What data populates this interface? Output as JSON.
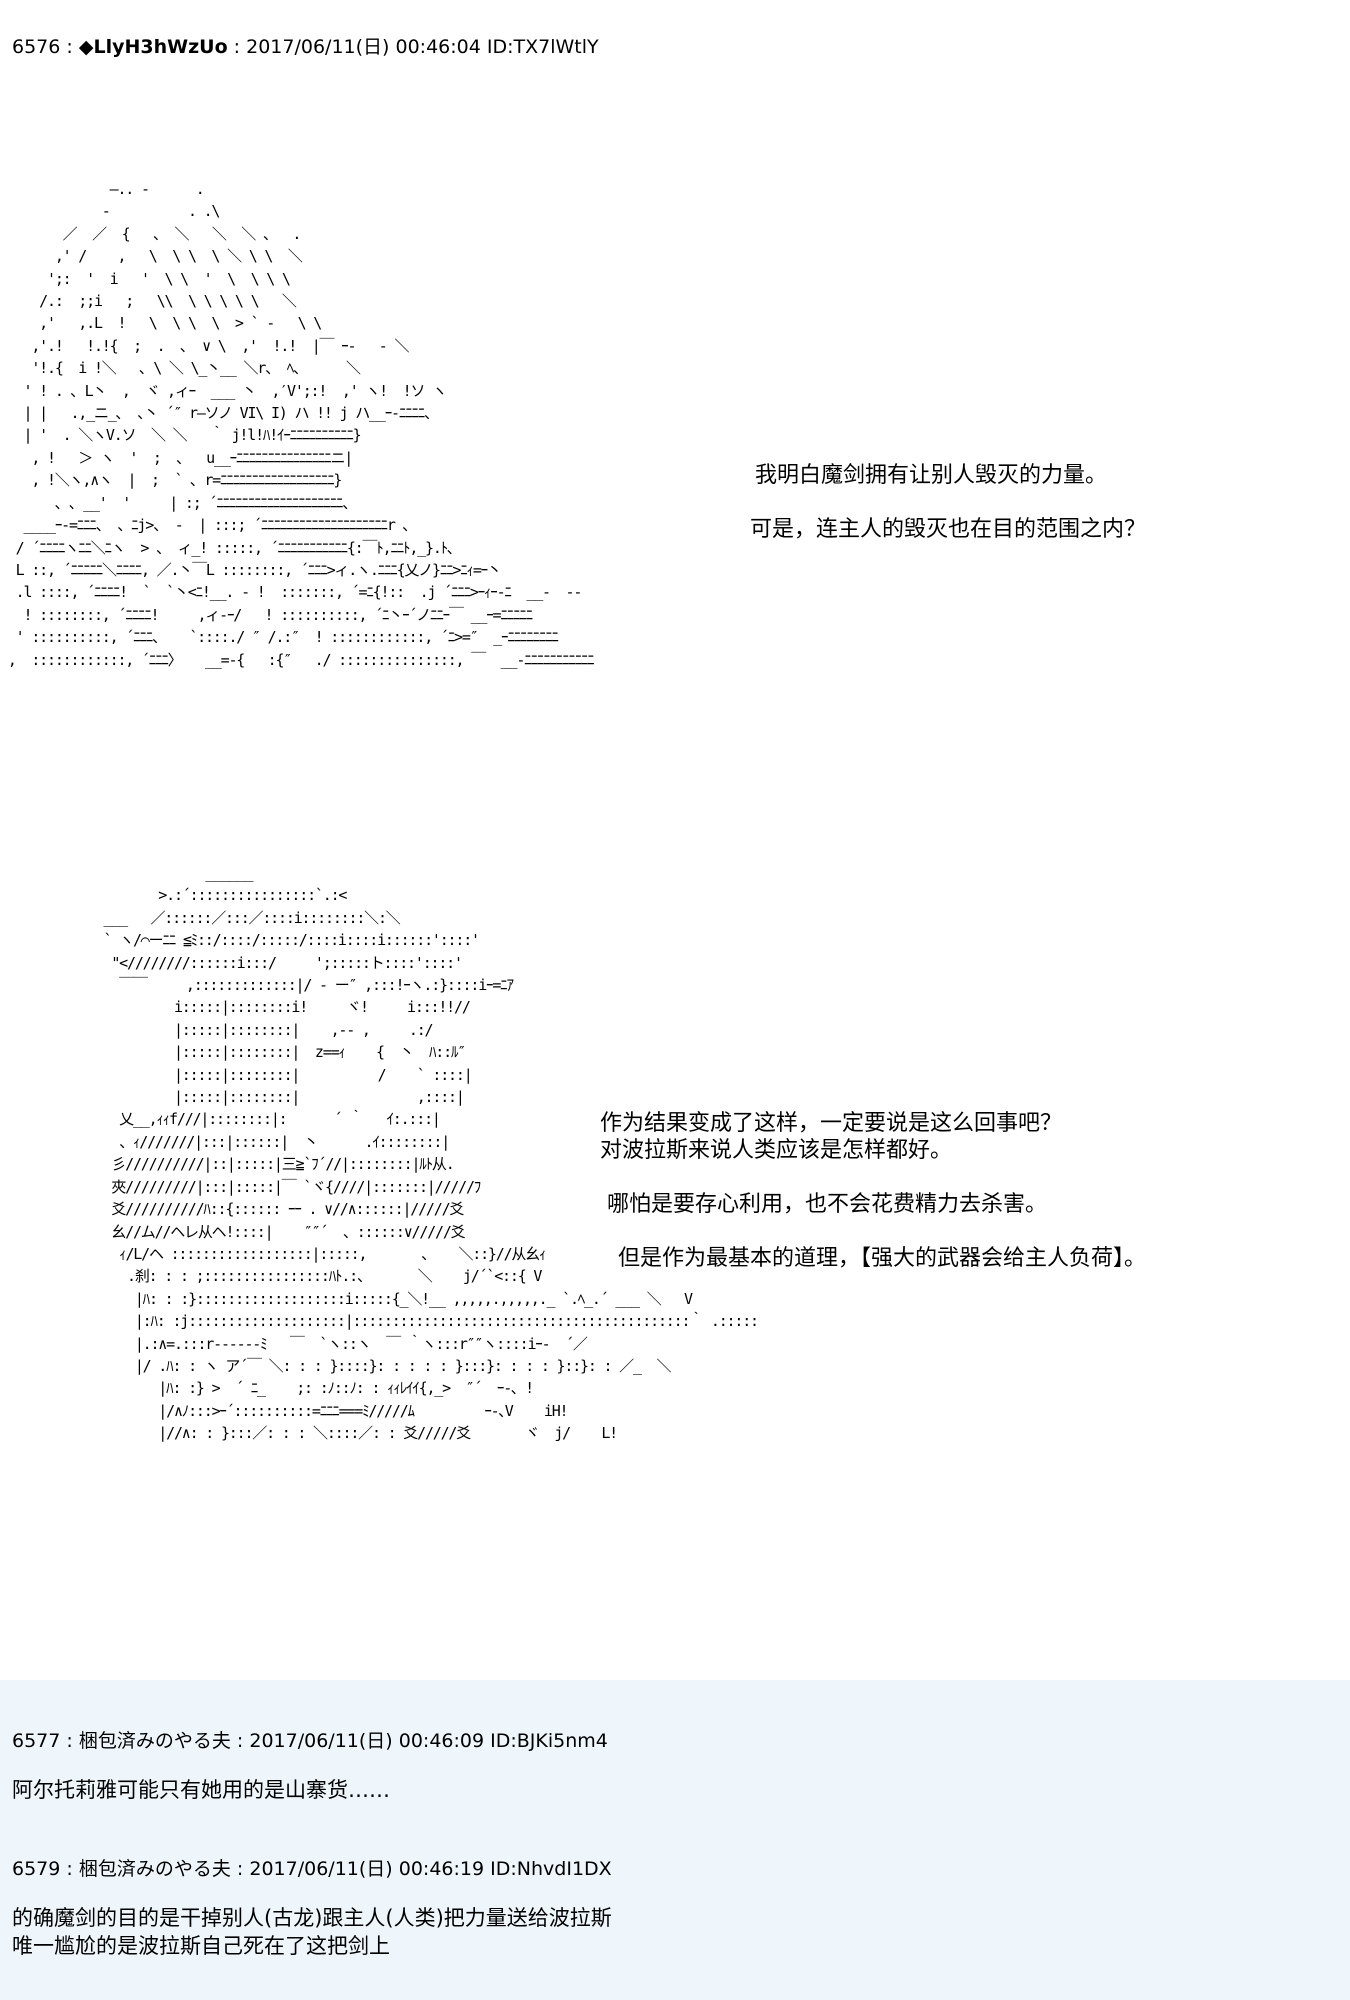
{
  "posts": [
    {
      "number": "6576",
      "name": "◆LlyH3hWzUo",
      "date": "2017/06/11(日) 00:46:04",
      "id": "ID:TX7lWtlY",
      "aa_top": "              —.. -      .\n             -          . .\\\n        ／  ／  {   、 ＼   ＼  ＼ 、  .\n       ,' /    ,   \\  \\ \\  \\ ＼ \\ \\  ＼\n      ';:  '  i   '  \\ \\  '  \\  \\ \\ \\\n     /.:  ;;i   ;   \\\\  \\ \\ \\ \\ \\   ＼\n     ,'   ,.L  !   \\  \\ \\  \\  > ` -   \\ \\\n    ,'.!   !.!{  ;  .  ､  ∨ \\  ,'  !.!  |￣ ｰ-   - ＼\n    '!.{  i !＼   ､ \\ ＼ \\_丶__ ＼r、 ﾍ、     ＼\n   ' ! . ､ L丶  ,  ヾ ,ィｰ  ___ 丶  ,′V';:!  ,' ヽ!  !ソ ヽ\n   | |   .,_ニ_､  ､丶 ´″ r―ソノ VI\\ I) ハ !! j ハ__ｰ-ﾆﾆﾆﾆ、\n   | '  . ＼ヽV.ソ  ＼ ＼   ｀ j!l!ﾊ!ｲｰﾆﾆﾆﾆﾆﾆﾆﾆﾆﾆ}\n    , !   ＞ ヽ  '  ;  ､   u__ｰﾆﾆﾆﾆﾆﾆﾆﾆﾆﾆﾆﾆﾆﾆﾆニ|\n    , !＼ヽ,∧ヽ  |  ;  ` ､ r=ﾆﾆﾆﾆﾆﾆﾆﾆﾆﾆﾆﾆﾆﾆﾆﾆﾆﾆ}\n       ､ ､ __'  '     | :; ´ﾆﾆﾆﾆﾆﾆﾆﾆﾆﾆﾆﾆﾆﾆﾆﾆﾆﾆﾆﾆ、\n   ____ｰ-=ﾆﾆﾆ、 、ﾆj>、 -  | :::; ´ﾆﾆﾆﾆﾆﾆﾆﾆﾆﾆﾆﾆﾆﾆﾆﾆﾆﾆﾆﾆr ､\n  / ´ﾆﾆﾆﾆヽﾆﾆ＼ﾆヽ  > 、 ィ_! :::::, ´ﾆﾆﾆﾆﾆﾆﾆﾆﾆﾆﾆ{:￣ﾄ,ﾆﾆﾄ,_}.ﾄ､\n  L ::, ´ﾆﾆﾆﾆﾆ＼ﾆﾆﾆﾆ, ／.丶￣L ::::::::, ´ﾆﾆﾆ>ィ.ヽ.ﾆﾆﾆ{乂ノ}ﾆﾆ>ﾆｨ=ｰ丶\n  .l ::::, ´ﾆﾆﾆﾆ!  `  `丶<ﾆ!__. - !  :::::::, ´=ﾆ{!::  .j ´ﾆﾆﾆ>ｰｨｰ-ﾆ  __-  --\n   ! ::::::::, ´ﾆﾆﾆﾆ!     ,ィ-ｰ/   ! ::::::::::, ´ﾆ丶ｰ´ノﾆﾆｰ￣ __ｰ=ﾆﾆﾆﾆﾆ\n  ' ::::::::::, ´ﾆﾆﾆ、   `::::./ ″ /.:″  ! ::::::::::::, ´ﾆ>=″  _ｰﾆﾆﾆﾆﾆﾆﾆﾆ\n ,  ::::::::::::, ´ﾆﾆﾆ〉   __=-{   :{″   ./ :::::::::::::::, ￣  __-ﾆﾆﾆﾆﾆﾆﾆﾆﾆﾆﾆ",
      "dialogue_top": [
        "我明白魔剑拥有让别人毁灭的力量。",
        "可是，连主人的毁灭也在目的范围之内？"
      ],
      "aa_bottom": "                ______\n          >.:´::::::::::::::::`.:<\n   ___   ／::::::／:::／::::i::::::::＼:＼\n   ` ヽ/⌒ーﾆﾆ ≦ﾐ::/::::/:::::/::::i::::i::::::'::::'\n    \"<////////::::::i:::/     ';:::::ト::::'::::'\n     ￣￣     ,:::::::::::::|/ - ー″ ,:::!ｰヽ.:}::::iｰ=ﾆｱ\n            i:::::|::::::::i!     ヾ!     i:::!!//\n            |:::::|::::::::|    ,-- ,     .:/\n            |:::::|::::::::|  z==ｨ    {  丶  ﾊ::ﾙ″\n            |:::::|::::::::|          /    ` ::::|\n            |:::::|::::::::|               ,::::|\n     乂__,ｨｨf///|::::::::|:      ´ ｀   ｲ:.:::|\n     、ｨ///////|:::|::::::|  丶      .ｲ::::::::|\n    彡//////////|::|:::::|三≧`ﾌ´//|::::::::|ﾙﾄ从.\n    夾/////////|:::|:::::|￣ `ヾ{////|:::::::|/////ﾌ\n    爻//////////ﾊ::{:::::: ｰｰ . ∨//∧::::::|/////爻\n    幺//ム//ヘレ从ヘ!::::|    ″″´  、::::::∨/////爻\n     ｨ/L/ヘ ::::::::::::::::::|:::::,       、   ＼::}//从幺ｨ\n      .刹: : : ;::::::::::::::::ﾊﾄ.:、      ＼    j/´`<::{ V\n       |ﾊ: : :}:::::::::::::::::::i:::::{_＼!__ ,,,,,.,,,,,._ `.ﾍ_.´ ___ ＼   V\n       |:ﾊ: :j::::::::::::::::::::|:::::::::::::::::::::::::::::::::::::::::::｀ .::::::::::::::::＼\n       |.:∧=.:::r------ﾐ   ￣  `ヽ::ヽ  ￣ ｀ヽ:::r″″ヽ::::iｰ-  ´／\n       |/ .ﾊ: : ヽ ア´￣ ＼: : : }::::}: : : : : }:::}: : : : }::}: : ／_  ＼\n          |ﾊ: :} >  ´ ﾆ_    ;: :ﾉ::ﾉ: : ｨｨﾚｲｲ{,_>  ″´  ｰ-､ !\n          |/∧ﾉ:::>ｰ´::::::::::=ﾆﾆﾆ===ﾐ/////ﾑ         ｰ-､V    iH!\n          |//∧: : }:::／: : : ＼::::／: : 爻/////爻       ヾ  j/    L!",
      "dialogue_bottom": [
        "作为结果变成了这样，一定要说是这么回事吧？",
        "对波拉斯来说人类应该是怎样都好。",
        "哪怕是要存心利用，也不会花费精力去杀害。",
        "但是作为最基本的道理，【强大的武器会给主人负荷】。"
      ]
    },
    {
      "number": "6577",
      "name": "梱包済みのやる夫",
      "date": "2017/06/11(日) 00:46:09",
      "id": "ID:BJKi5nm4",
      "body": "阿尔托莉雅可能只有她用的是山寨货……"
    },
    {
      "number": "6579",
      "name": "梱包済みのやる夫",
      "date": "2017/06/11(日) 00:46:19",
      "id": "ID:NhvdI1DX",
      "body": "的确魔剑的目的是干掉别人(古龙)跟主人(人类)把力量送给波拉斯\n唯一尴尬的是波拉斯自己死在了这把剑上"
    }
  ]
}
